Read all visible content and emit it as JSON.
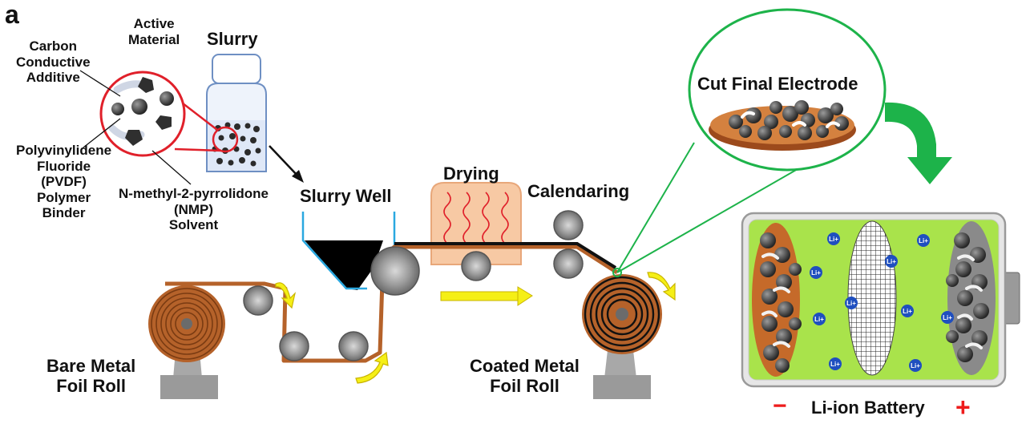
{
  "panel_letter": "a",
  "labels": {
    "active_material": [
      "Active",
      "Material"
    ],
    "carbon_additive": [
      "Carbon",
      "Conductive",
      "Additive"
    ],
    "binder": [
      "Polyvinylidene",
      "Fluoride",
      "(PVDF)",
      "Polymer",
      "Binder"
    ],
    "solvent": [
      "N-methyl-2-pyrrolidone",
      "(NMP)",
      "Solvent"
    ],
    "slurry": "Slurry",
    "slurry_well": "Slurry Well",
    "drying": "Drying",
    "calendaring": "Calendaring",
    "cut_final_electrode": "Cut Final Electrode",
    "bare_roll": [
      "Bare Metal",
      "Foil Roll"
    ],
    "coated_roll": [
      "Coated Metal",
      "Foil Roll"
    ],
    "battery": "Li-ion Battery",
    "ion": "Li+",
    "minus": "−",
    "plus": "+"
  },
  "colors": {
    "copper": "#b5622a",
    "roller": "#8c8c8c",
    "battery_green": "#a9e34b",
    "slurry_well_line": "#2aa8e0",
    "drying_fill": "#f7c9a4",
    "green_callout": "#1db34a",
    "arrow_yellow": "#f5ef16",
    "minus_red": "#ee1c1c",
    "ion_blue": "#1f4fbf"
  }
}
